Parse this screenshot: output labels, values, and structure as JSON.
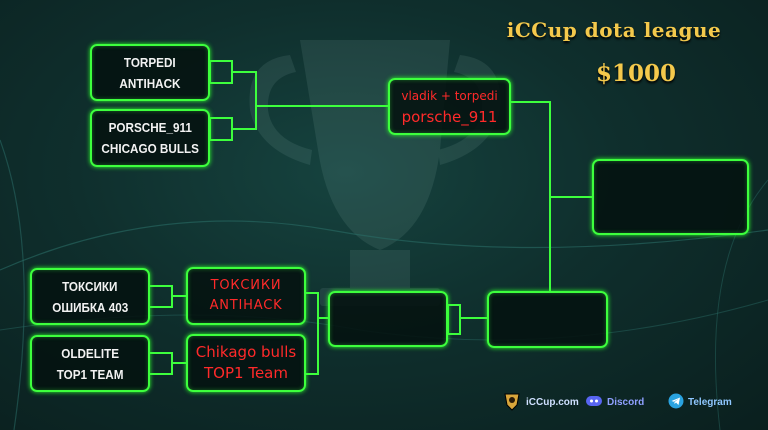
{
  "header": {
    "title": "iCCup dota league",
    "prize": "$1000"
  },
  "bracket": {
    "r1_top_a": [
      "TORPEDI",
      "ANTIHACK"
    ],
    "r1_top_b": [
      "PORSCHE_911",
      "CHICAGO BULLS"
    ],
    "r2_top": [
      "vladik + torpedi",
      "porsche_911"
    ],
    "r1_bot_a": [
      "ТОКСИКИ",
      "ОШИБКА 403"
    ],
    "r1_bot_b": [
      "OLDELITE",
      "TOP1 TEAM"
    ],
    "r2_bot_a": [
      "ТОКСИКИ",
      "ANTIHACK"
    ],
    "r2_bot_b": [
      "Chikago bulls",
      "TOP1 Team"
    ]
  },
  "footer": {
    "site": "iCCup.com",
    "discord": "Discord",
    "telegram": "Telegram"
  },
  "colors": {
    "neon": "#3dff3d",
    "gold": "#f4c94c",
    "winner_red": "#ff2a2a"
  }
}
